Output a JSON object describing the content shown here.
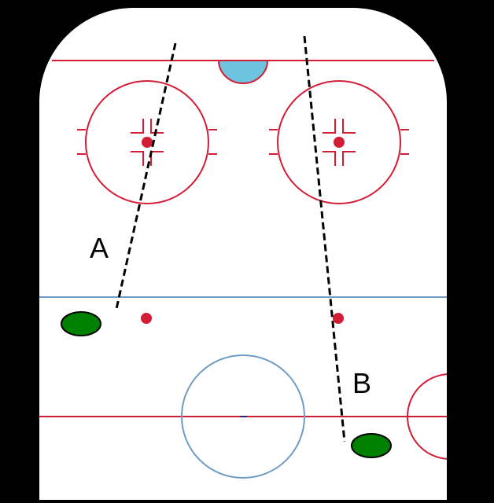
{
  "labels": {
    "a": "A",
    "b": "B"
  },
  "colors": {
    "background": "#000000",
    "ice": "#ffffff",
    "red_line": "#d31c35",
    "blue_line": "#6f9cc5",
    "crease": "#6cc4df",
    "center_circle": "#6f9cc5",
    "center_dot": "#1b2a8a",
    "player": "#008000",
    "player_outline": "#000000",
    "dashed_line": "#000000"
  },
  "icons": {
    "player_a": "green-oval-player-marker",
    "player_b": "green-oval-player-marker"
  }
}
